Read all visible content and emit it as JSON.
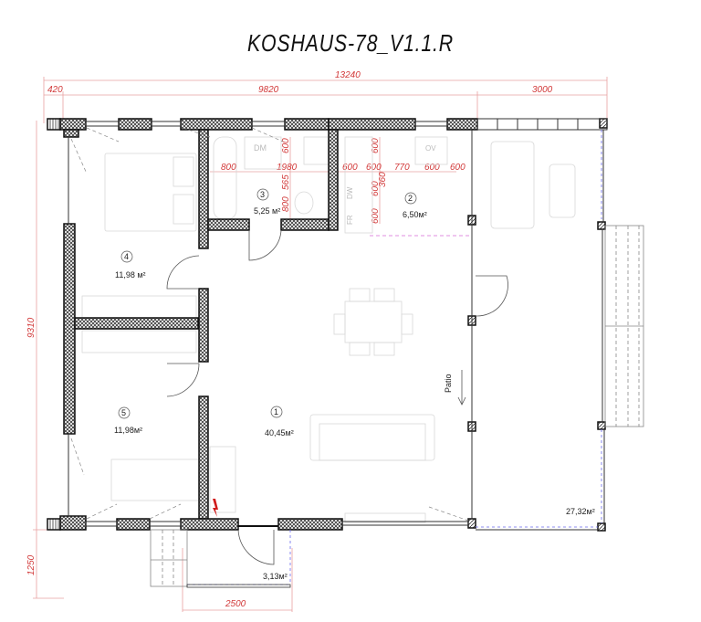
{
  "title": "KOSHAUS-78_V1.1.R",
  "dimensions": {
    "overall_width": "13240",
    "left_offset": "420",
    "house_width": "9820",
    "terrace_width": "3000",
    "overall_height": "9310",
    "porch_depth": "1250",
    "porch_width": "2500"
  },
  "bathroom_dims": {
    "d800_h": "800",
    "d1980": "1980",
    "d600_top": "600",
    "d565": "565",
    "d800_v": "800"
  },
  "kitchen_dims": {
    "d600_a": "600",
    "d600_b": "600",
    "d770": "770",
    "d600_c": "600",
    "d600_d": "600",
    "d600_v1": "600",
    "d600_v2": "600",
    "d600_v3": "600",
    "d600_v4": "600",
    "d360": "360"
  },
  "appliances": {
    "dm": "DM",
    "dw": "DW",
    "fr": "FR",
    "ov": "OV"
  },
  "rooms": [
    {
      "number": "1",
      "area": "40,45м²"
    },
    {
      "number": "2",
      "area": "6,50м²"
    },
    {
      "number": "3",
      "area": "5,25 м²"
    },
    {
      "number": "4",
      "area": "11,98 м²"
    },
    {
      "number": "5",
      "area": "11,98м²"
    }
  ],
  "terrace_area": "27,32м²",
  "porch_area": "3,13м²",
  "patio_label": "Patio",
  "colors": {
    "dimension": "#d23a3a",
    "wall": "#111111",
    "dashed_blue": "#6a6aee",
    "dashed_pink": "#d66ad6",
    "electric": "#d01c1c"
  }
}
